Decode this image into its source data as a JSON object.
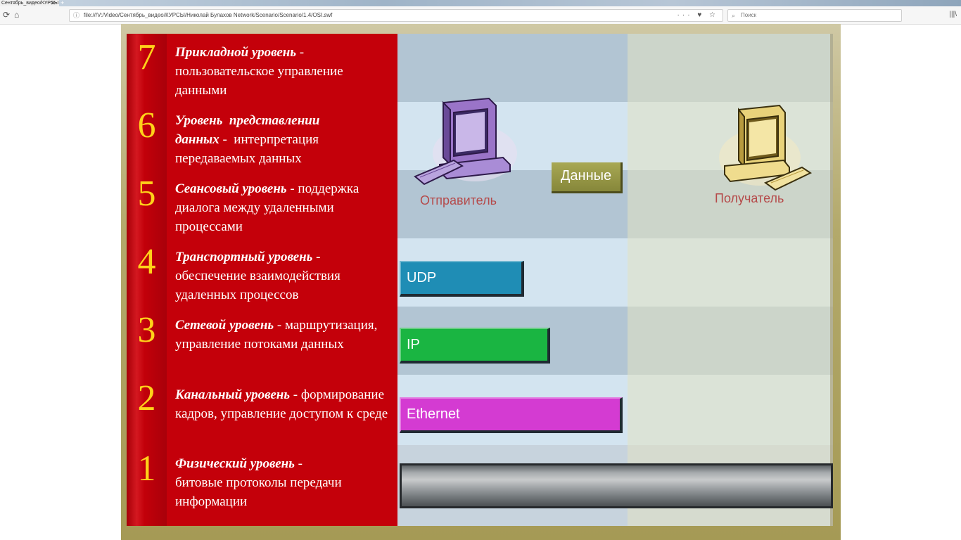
{
  "browser": {
    "tab_title": "Сентябрь_видео/КУРСЫ",
    "tab_close": "✕",
    "new_tab": "+",
    "url": "file:///V:/Video/Сентябрь_видео/КУРСЫ/Николай Булахов Network/Scenario/Scenario/1.4/OSI.swf",
    "url_actions": "··· ♥ ☆",
    "search_placeholder": "Поиск",
    "back_glyph": "⟳",
    "home_glyph": "⌂",
    "library_glyph": "|||\\"
  },
  "slide": {
    "layers": [
      {
        "number": "7",
        "title": "Прикладной уровень",
        "sep": " - ",
        "description": "пользовательское управление данными"
      },
      {
        "number": "6",
        "title": "Уровень  представлении данных",
        "sep": " -  ",
        "description": "интерпретация передаваемых данных"
      },
      {
        "number": "5",
        "title": "Сеансовый уровень",
        "sep": " - ",
        "description": "поддержка диалога между удаленными процессами"
      },
      {
        "number": "4",
        "title": "Транспортный уровень",
        "sep": " - ",
        "description": "обеспечение взаимодействия удаленных процессов"
      },
      {
        "number": "3",
        "title": "Сетевой уровень",
        "sep": " - ",
        "description": "маршрутизация, управление потоками данных"
      },
      {
        "number": "2",
        "title": "Канальный уровень",
        "sep": " - ",
        "description": "формирование кадров, управление доступом к среде"
      },
      {
        "number": "1",
        "title": "Физический уровень",
        "sep": " - ",
        "description": "битовые протоколы передачи информации"
      }
    ],
    "sender_label": "Отправитель",
    "receiver_label": "Получатель",
    "data_button": "Данные",
    "protocols": {
      "udp": "UDP",
      "ip": "IP",
      "ethernet": "Ethernet"
    },
    "colors": {
      "layer_panel": "#c4000a",
      "layer_number": "#ffd21a",
      "udp": "#1f8db5",
      "ip": "#1ab542",
      "ethernet": "#d43bd2",
      "data_button": "#96973f"
    },
    "icons": {
      "sender": "computer-icon (purple)",
      "receiver": "computer-icon (beige)"
    }
  }
}
